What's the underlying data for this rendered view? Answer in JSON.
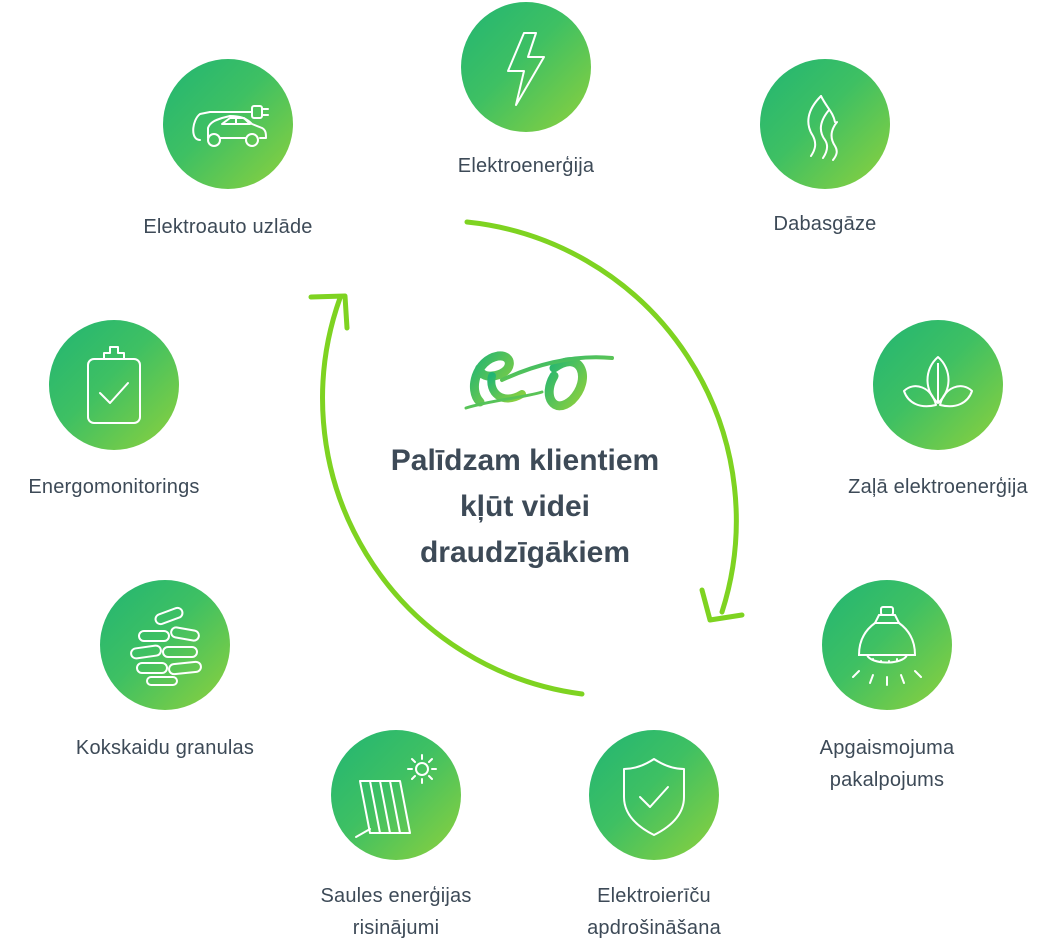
{
  "center": {
    "title_lines": [
      "Palīdzam klientiem",
      "kļūt videi",
      "draudzīgākiem"
    ]
  },
  "colors": {
    "gradient_start": "#22b573",
    "gradient_end": "#8fd13c",
    "arrow": "#7ed321",
    "text": "#3d4a57"
  },
  "services": [
    {
      "icon": "lightning-bolt-icon",
      "lines": [
        "Elektroenerģija"
      ]
    },
    {
      "icon": "flame-icon",
      "lines": [
        "Dabasgāze"
      ]
    },
    {
      "icon": "leaves-icon",
      "lines": [
        "Zaļā elektroenerģija"
      ]
    },
    {
      "icon": "light-bulb-icon",
      "lines": [
        "Apgaismojuma",
        "pakalpojums"
      ]
    },
    {
      "icon": "shield-check-icon",
      "lines": [
        "Elektroierīču",
        "apdrošināšana"
      ]
    },
    {
      "icon": "solar-panel-icon",
      "lines": [
        "Saules enerģijas",
        "risinājumi"
      ]
    },
    {
      "icon": "wood-pellets-icon",
      "lines": [
        "Kokskaidu granulas"
      ]
    },
    {
      "icon": "clipboard-check-icon",
      "lines": [
        "Energomonitorings"
      ]
    },
    {
      "icon": "electric-car-icon",
      "lines": [
        "Elektroauto uzlāde"
      ]
    }
  ]
}
